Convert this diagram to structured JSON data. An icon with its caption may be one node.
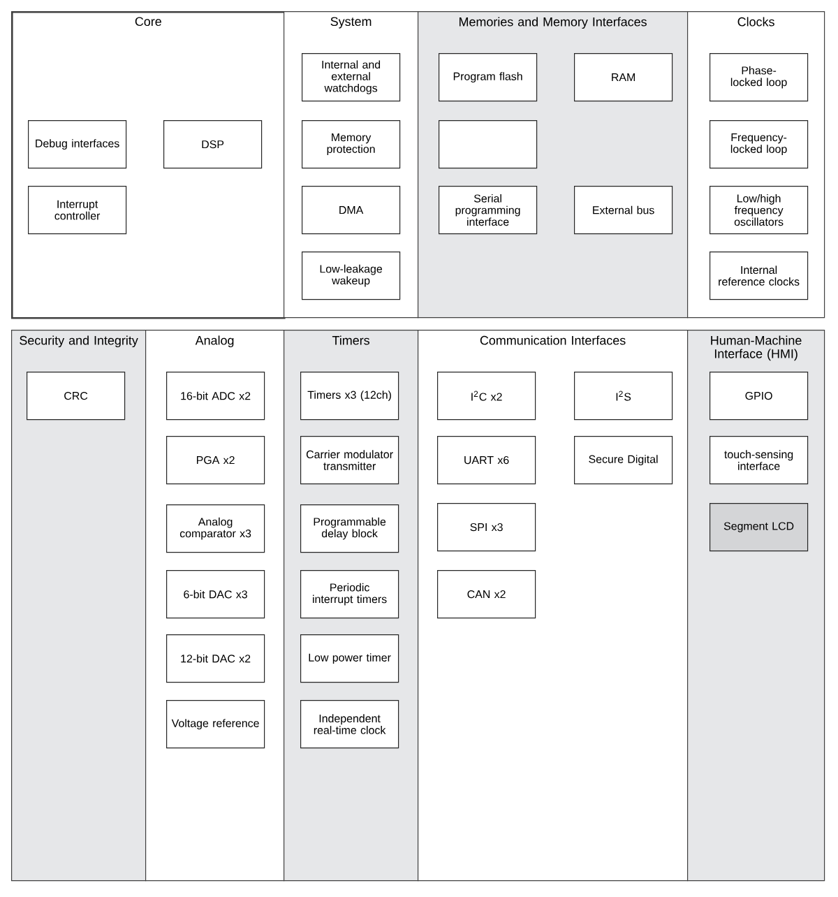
{
  "diagram": {
    "nodes": [
      {
        "text": [
          "Core"
        ]
      },
      {
        "text": [
          "Debug interfaces"
        ],
        "in": 0
      },
      {
        "text": [
          "DSP"
        ],
        "in": 0
      },
      {
        "text": [
          "Interrupt controller"
        ],
        "in": 0
      },
      {
        "text": [
          "System"
        ]
      },
      {
        "text": [
          "Internal and external watchdogs"
        ],
        "in": 4
      },
      {
        "text": [
          "Memory protection"
        ],
        "in": 4
      },
      {
        "text": [
          "DMA"
        ],
        "in": 4
      },
      {
        "text": [
          "Low-leakage wakeup"
        ],
        "in": 4
      },
      {
        "text": [
          "Memories and Memory Interfaces"
        ]
      },
      {
        "text": [
          "Program flash"
        ],
        "in": 9
      },
      {
        "text": [
          "RAM"
        ],
        "in": 9
      },
      {
        "text": [],
        "shape": "box",
        "in": 9
      },
      {
        "text": [
          "Serial programming interface"
        ],
        "in": 9
      },
      {
        "text": [
          "External bus"
        ],
        "in": 9
      },
      {
        "text": [
          "Clocks"
        ]
      },
      {
        "text": [
          "Phase-locked loop"
        ],
        "in": 15
      },
      {
        "text": [
          "Frequency-locked loop"
        ],
        "in": 15
      },
      {
        "text": [
          "Low/high frequency oscillators"
        ],
        "in": 15
      },
      {
        "text": [
          "Internal reference clocks"
        ],
        "in": 15
      },
      {
        "text": [
          "Security and Integrity"
        ]
      },
      {
        "text": [
          "CRC"
        ],
        "in": 20
      },
      {
        "text": [
          "Analog"
        ]
      },
      {
        "text": [
          "16-bit ADC x2"
        ],
        "in": 22
      },
      {
        "text": [
          "PGA x2"
        ],
        "in": 22
      },
      {
        "text": [
          "Analog comparator x3"
        ],
        "in": 22
      },
      {
        "text": [
          "6-bit DAC x3"
        ],
        "in": 22
      },
      {
        "text": [
          "12-bit DAC x2"
        ],
        "in": 22
      },
      {
        "text": [
          "Voltage reference"
        ],
        "in": 22
      },
      {
        "text": [
          "Timers"
        ]
      },
      {
        "text": [
          "Timers x3 (12ch)"
        ],
        "in": 29
      },
      {
        "text": [
          "Carrier modulator transmitter"
        ],
        "in": 29
      },
      {
        "text": [
          "Programmable delay block"
        ],
        "in": 29
      },
      {
        "text": [
          "Periodic interrupt timers"
        ],
        "in": 29
      },
      {
        "text": [
          "Low power timer"
        ],
        "in": 29
      },
      {
        "text": [
          "Independent real-time clock"
        ],
        "in": 29
      },
      {
        "text": [
          "Communication Interfaces"
        ]
      },
      {
        "text": [
          "I$^{2}$C x2"
        ],
        "in": 36
      },
      {
        "text": [
          "I$^{2}$S"
        ],
        "in": 36
      },
      {
        "text": [
          "UART x6"
        ],
        "in": 36
      },
      {
        "text": [
          "Secure Digital"
        ],
        "in": 36
      },
      {
        "text": [
          "SPI x3"
        ],
        "in": 36
      },
      {
        "text": [
          "CAN x2"
        ],
        "in": 36
      },
      {
        "text": [
          "Human-Machine Interface (HMI)"
        ]
      },
      {
        "text": [
          "GPIO"
        ],
        "in": 43
      },
      {
        "text": [
          "touch-sensing interface"
        ],
        "in": 43
      },
      {
        "text": [
          "Segment LCD"
        ],
        "in": 43
      }
    ]
  }
}
